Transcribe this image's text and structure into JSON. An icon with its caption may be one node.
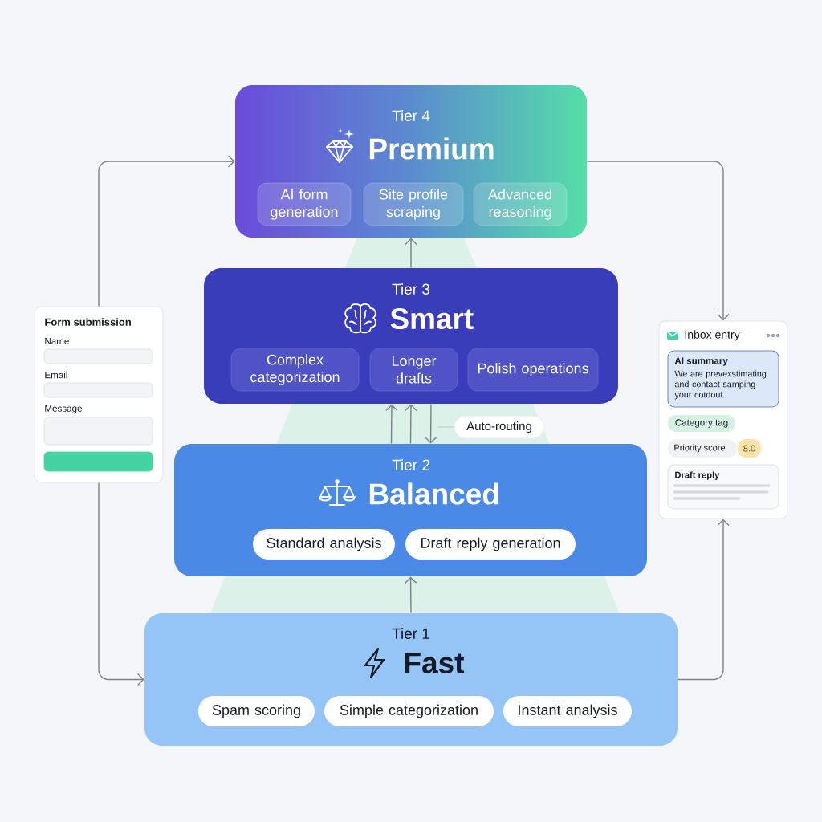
{
  "diagram": {
    "nodes": [
      {
        "text": [
          "Tier 4",
          "Premium"
        ]
      },
      {
        "text": [
          "AI form generation"
        ],
        "in": 0
      },
      {
        "text": [
          "Site profile scraping"
        ],
        "in": 0
      },
      {
        "text": [
          "Advanced reasoning"
        ],
        "in": 0
      },
      {
        "text": [
          "Tier 3",
          "Smart"
        ]
      },
      {
        "text": [
          "Complex categorization"
        ],
        "in": 4
      },
      {
        "text": [
          "Longer drafts"
        ],
        "in": 4
      },
      {
        "text": [
          "Polish operations"
        ],
        "in": 4
      },
      {
        "text": [
          "Tier 2",
          "Balanced"
        ]
      },
      {
        "text": [
          "Standard analysis"
        ],
        "in": 8
      },
      {
        "text": [
          "Draft reply generation"
        ],
        "in": 8
      },
      {
        "text": [
          "Tier 1",
          "Fast"
        ]
      },
      {
        "text": [
          "Spam scoring"
        ],
        "in": 11
      },
      {
        "text": [
          "Simple categorization"
        ],
        "in": 11
      },
      {
        "text": [
          "Instant analysis"
        ],
        "in": 11
      },
      {
        "text": [
          "Form submission",
          "Name",
          "Email",
          "Message"
        ]
      },
      {
        "text": [
          "Inbox entry"
        ]
      },
      {
        "text": [
          "AI summary",
          "We are prevexstimating and contact samping your cotdout."
        ],
        "in": 16
      },
      {
        "text": [
          "Category tag"
        ],
        "in": 16
      },
      {
        "text": [
          "Priority score"
        ],
        "in": 16
      },
      {
        "text": [
          "8.0"
        ],
        "in": 16
      },
      {
        "text": [
          "Draft reply"
        ],
        "in": 16
      },
      {
        "text": [
          "Auto-routing"
        ]
      }
    ],
    "edges": [
      {
        "from": 15,
        "to": 0,
        "arrow": "to"
      },
      {
        "from": 15,
        "to": 11,
        "arrow": "to"
      },
      {
        "from": 0,
        "to": 16,
        "arrow": "to"
      },
      {
        "from": 11,
        "to": 16,
        "arrow": "to"
      },
      {
        "from": 11,
        "to": 8,
        "arrow": "to"
      },
      {
        "from": 8,
        "to": 4,
        "arrow": "to"
      },
      {
        "from": 8,
        "to": 4,
        "arrow": "to"
      },
      {
        "from": 4,
        "to": 8,
        "arrow": "to"
      },
      {
        "from": 4,
        "to": 0,
        "arrow": "to"
      },
      {
        "from": 22,
        "to": null,
        "arrow": "none",
        "color": "#c9d4d0"
      }
    ]
  }
}
